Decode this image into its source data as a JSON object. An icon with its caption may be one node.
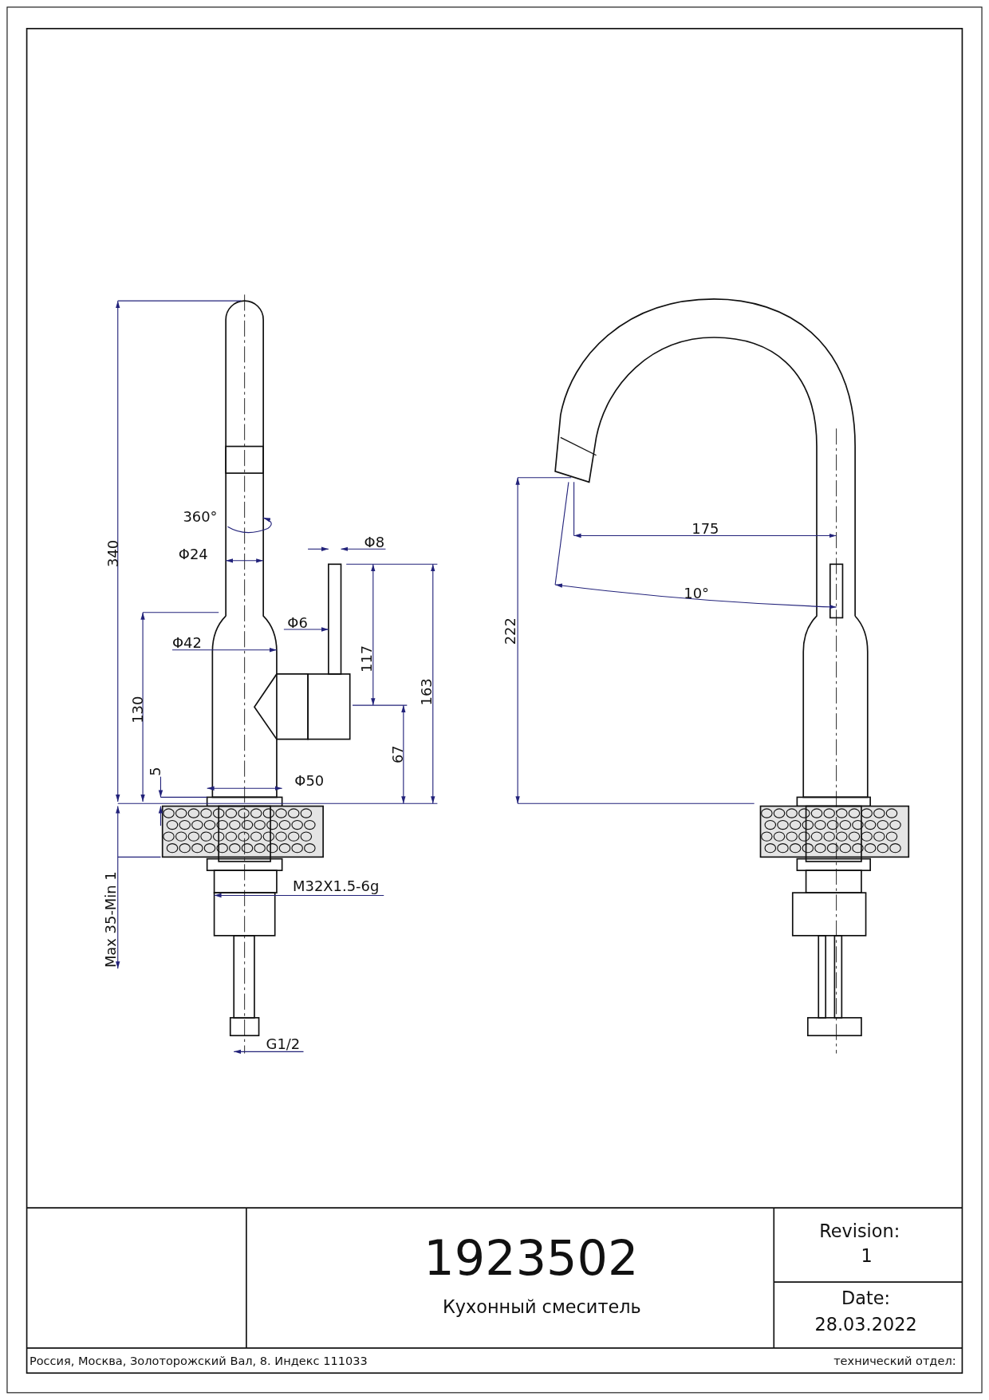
{
  "diagram": {
    "labels": [
      "340",
      "360°",
      "Φ24",
      "Φ8",
      "Φ6",
      "Φ42",
      "130",
      "117",
      "163",
      "5",
      "Φ50",
      "67",
      "Max 35-Min 1",
      "M32X1.5-6g",
      "G1/2",
      "175",
      "10°",
      "222",
      "1923502",
      "Кухонный смеситель",
      "Revision:",
      "1",
      "Date:",
      "28.03.2022",
      "Россия, Москва, Золоторожский Вал, 8. Индекс 111033",
      "технический отдел:"
    ]
  }
}
